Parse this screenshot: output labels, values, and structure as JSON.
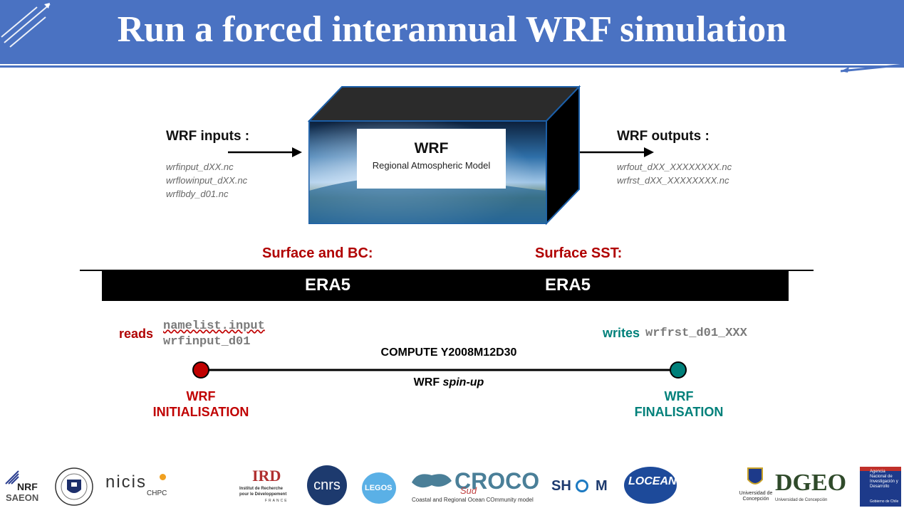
{
  "header": {
    "title": "Run a forced interannual WRF simulation"
  },
  "model": {
    "name": "WRF",
    "description": "Regional Atmospheric Model"
  },
  "inputs": {
    "heading": "WRF inputs :",
    "files": [
      "wrfinput_dXX.nc",
      "wrflowinput_dXX.nc",
      "wrflbdy_d01.nc"
    ]
  },
  "outputs": {
    "heading": "WRF outputs :",
    "files": [
      "wrfout_dXX_XXXXXXXX.nc",
      "wrfrst_dXX_XXXXXXXX.nc"
    ]
  },
  "forcing": {
    "left_label": "Surface and BC:",
    "right_label": "Surface SST:",
    "left_source": "ERA5",
    "right_source": "ERA5"
  },
  "timeline": {
    "reads_label": "reads",
    "reads_files": [
      "namelist.input",
      "wrfinput_d01"
    ],
    "writes_label": "writes",
    "writes_file": "wrfrst_d01_XXX",
    "compute_label": "COMPUTE Y2008M12D30",
    "spinup_prefix": "WRF ",
    "spinup_em": "spin-up",
    "start_stage": [
      "WRF",
      "INITIALISATION"
    ],
    "end_stage": [
      "WRF",
      "FINALISATION"
    ],
    "start_color": "#c00000",
    "end_color": "#00807a"
  },
  "logos": {
    "nrf": "NRF",
    "saeon": "SAEON",
    "nicis": "nicis",
    "chpc": "CHPC",
    "ird": "IRD",
    "ird_sub1": "Institut de Recherche",
    "ird_sub2": "pour le Développement",
    "ird_sub3": "FRANCE",
    "cnrs": "cnrs",
    "legos": "LEGOS",
    "croco": "CROCO",
    "croco_sud": "Sud",
    "croco_sub": "Coastal and Regional Ocean COmmunity model",
    "shom_left": "SH",
    "shom_right": "M",
    "locean": "LOCEAN",
    "udec": "Universidad de Concepción",
    "dgeo": "DGEO",
    "dgeo_sub": "Universidad de Concepción",
    "anid": "Agencia Nacional de Investigación y Desarrollo",
    "gob": "Gobierno de Chile"
  }
}
